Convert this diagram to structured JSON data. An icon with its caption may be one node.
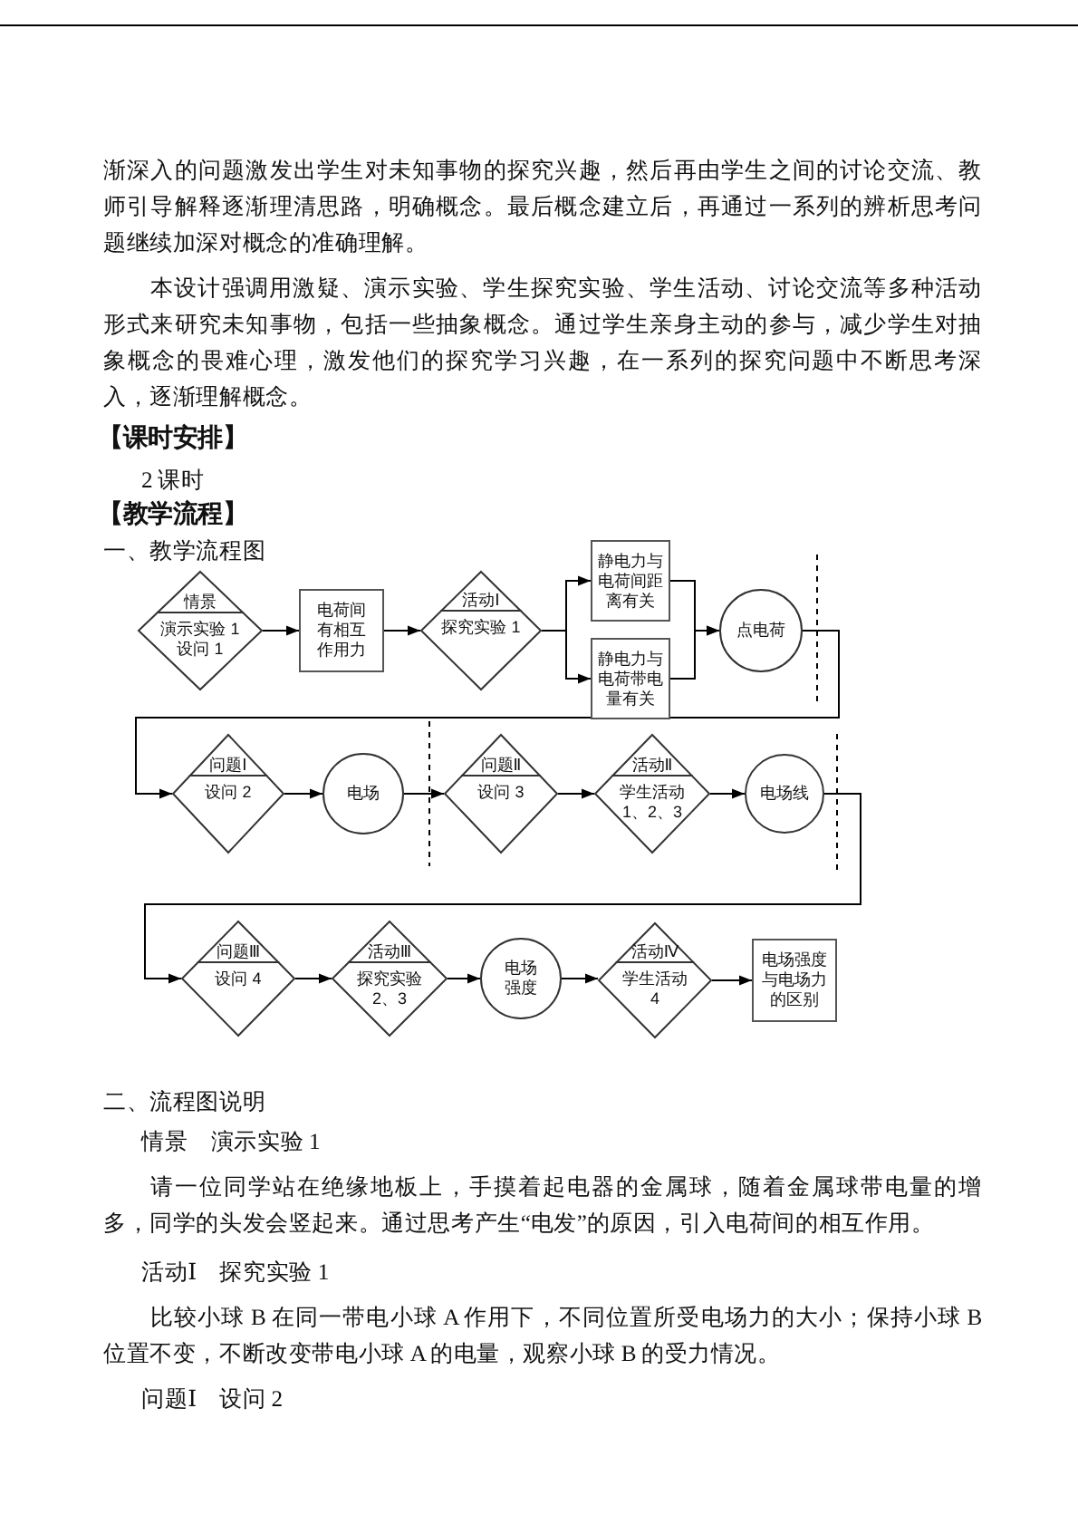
{
  "diagram": {
    "nodes": [
      {
        "text": [
          "情景",
          "演示实验 1 设问 1"
        ]
      },
      {
        "text": [
          "电荷间有相互作用力"
        ]
      },
      {
        "text": [
          "活动Ⅰ",
          "探究实验 1"
        ]
      },
      {
        "text": [
          "静电力与电荷间距离有关"
        ]
      },
      {
        "text": [
          "静电力与电荷带电量有关"
        ]
      },
      {
        "text": [
          "点电荷"
        ]
      },
      {
        "text": [
          "问题Ⅰ",
          "设问 2"
        ]
      },
      {
        "text": [
          "电场"
        ]
      },
      {
        "text": [
          "问题Ⅱ",
          "设问 3"
        ]
      },
      {
        "text": [
          "活动Ⅱ",
          "学生活动 1、2、3"
        ]
      },
      {
        "text": [
          "电场线"
        ]
      },
      {
        "text": [
          "问题Ⅲ",
          "设问 4"
        ]
      },
      {
        "text": [
          "活动Ⅲ",
          "探究实验 2、3"
        ]
      },
      {
        "text": [
          "电场强度"
        ]
      },
      {
        "text": [
          "活动Ⅳ",
          "学生活动 4"
        ]
      },
      {
        "text": [
          "电场强度与电场力的区别"
        ]
      }
    ],
    "edges": [
      {
        "from": 0,
        "to": 1,
        "arrow": "to"
      },
      {
        "from": 1,
        "to": 2,
        "arrow": "to"
      },
      {
        "from": 2,
        "to": 3,
        "arrow": "to"
      },
      {
        "from": 2,
        "to": 4,
        "arrow": "to"
      },
      {
        "from": 3,
        "to": 5,
        "arrow": "to"
      },
      {
        "from": 4,
        "to": 5,
        "arrow": "to"
      },
      {
        "from": 5,
        "to": 6,
        "arrow": "to"
      },
      {
        "from": 6,
        "to": 7,
        "arrow": "to"
      },
      {
        "from": 7,
        "to": 8,
        "arrow": "to"
      },
      {
        "from": 8,
        "to": 9,
        "arrow": "to"
      },
      {
        "from": 9,
        "to": 10,
        "arrow": "to"
      },
      {
        "from": 10,
        "to": 11,
        "arrow": "to"
      },
      {
        "from": 11,
        "to": 12,
        "arrow": "to"
      },
      {
        "from": 12,
        "to": 13,
        "arrow": "to"
      },
      {
        "from": 13,
        "to": 14,
        "arrow": "to"
      },
      {
        "from": 14,
        "to": 15,
        "arrow": "to"
      }
    ],
    "labels": [
      "渐深入的问题激发出学生对未知事物的探究兴趣，然后再由学生之间的讨论交流、教师引导解释逐渐理清思路，明确概念。最后概念建立后，再通过一系列的辨析思考问题继续加深对概念的准确理解。",
      "本设计强调用激疑、演示实验、学生探究实验、学生活动、讨论交流等多种活动形式来研究未知事物，包括一些抽象概念。通过学生亲身主动的参与，减少学生对抽象概念的畏难心理，激发他们的探究学习兴趣，在一系列的探究问题中不断思考深入，逐渐理解概念。",
      "【课时安排】",
      "2 课时",
      "【教学流程】",
      "一、教学流程图",
      "二、流程图说明",
      "情景　演示实验 1",
      "请一位同学站在绝缘地板上，手摸着起电器的金属球，随着金属球带电量的增多，同学的头发会竖起来。通过思考产生“电发”的原因，引入电荷间的相互作用。",
      "活动Ⅰ　探究实验 1",
      "比较小球 B 在同一带电小球 A 作用下，不同位置所受电场力的大小；保持小球 B 位置不变，不断改变带电小球 A 的电量，观察小球 B 的受力情况。",
      "问题Ⅰ　设问 2"
    ]
  }
}
